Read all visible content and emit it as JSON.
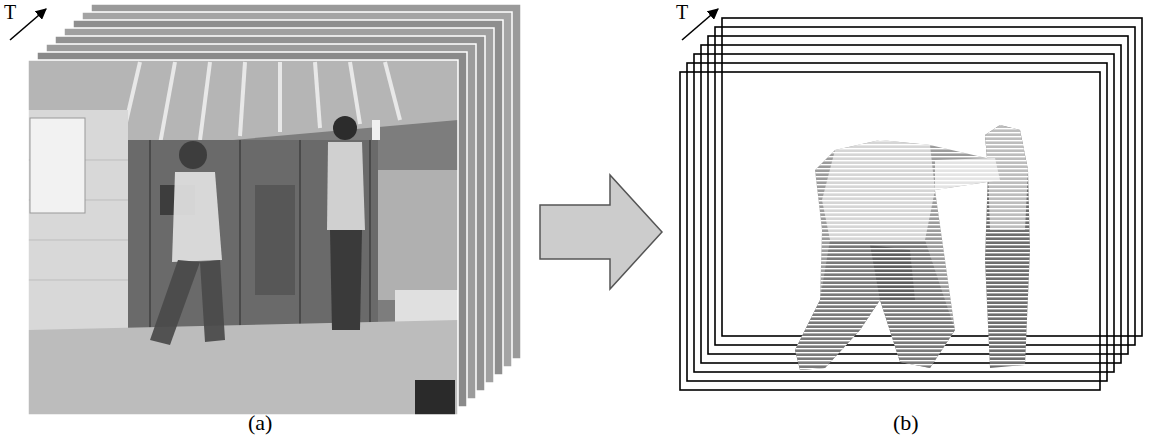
{
  "diagram": {
    "labels": [
      "T",
      "(a)",
      "T",
      "(b)"
    ]
  }
}
